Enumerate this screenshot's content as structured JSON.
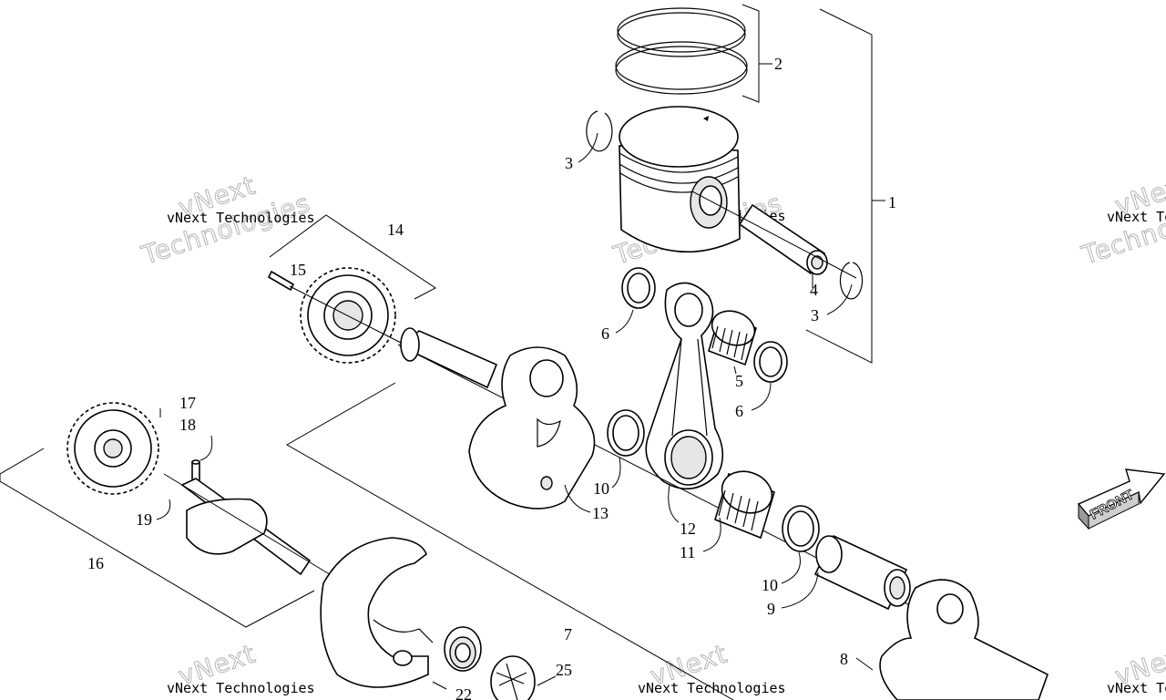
{
  "watermark": {
    "line": "vNext Technologies",
    "word1": "vNext",
    "word2": "Technologies"
  },
  "front_arrow_label": "FRONT",
  "callouts": [
    {
      "id": "c1",
      "label": "1"
    },
    {
      "id": "c2",
      "label": "2"
    },
    {
      "id": "c3a",
      "label": "3"
    },
    {
      "id": "c3b",
      "label": "3"
    },
    {
      "id": "c4",
      "label": "4"
    },
    {
      "id": "c5",
      "label": "5"
    },
    {
      "id": "c6a",
      "label": "6"
    },
    {
      "id": "c6b",
      "label": "6"
    },
    {
      "id": "c7",
      "label": "7"
    },
    {
      "id": "c8",
      "label": "8"
    },
    {
      "id": "c9",
      "label": "9"
    },
    {
      "id": "c10a",
      "label": "10"
    },
    {
      "id": "c10b",
      "label": "10"
    },
    {
      "id": "c11",
      "label": "11"
    },
    {
      "id": "c12",
      "label": "12"
    },
    {
      "id": "c13",
      "label": "13"
    },
    {
      "id": "c14",
      "label": "14"
    },
    {
      "id": "c15",
      "label": "15"
    },
    {
      "id": "c16",
      "label": "16"
    },
    {
      "id": "c17",
      "label": "17"
    },
    {
      "id": "c18",
      "label": "18"
    },
    {
      "id": "c19",
      "label": "19"
    },
    {
      "id": "c22",
      "label": "22"
    },
    {
      "id": "c25",
      "label": "25"
    }
  ]
}
